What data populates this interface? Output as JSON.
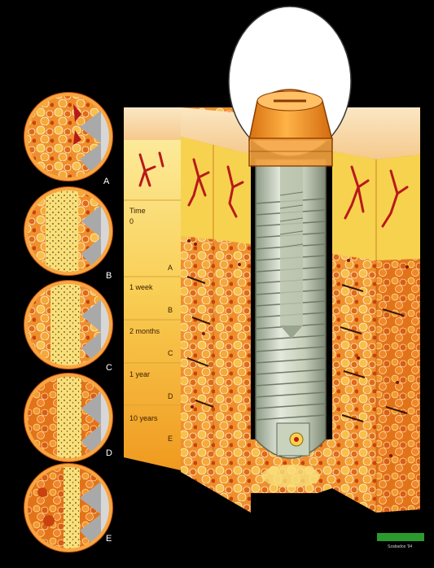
{
  "stages": [
    {
      "id": "A",
      "time_label": "Time\n0",
      "key": "A"
    },
    {
      "id": "B",
      "time_label": "1 week",
      "key": "B"
    },
    {
      "id": "C",
      "time_label": "2 months",
      "key": "C"
    },
    {
      "id": "D",
      "time_label": "1 year",
      "key": "D"
    },
    {
      "id": "E",
      "time_label": "10 years",
      "key": "E"
    }
  ],
  "circle_labels": [
    "A",
    "B",
    "C",
    "D",
    "E"
  ],
  "credit": "Szabados '94",
  "colors": {
    "background": "#000000",
    "bone_orange": "#e97f1c",
    "bone_yellow": "#f7d24e",
    "gum": "#f9d9a6",
    "blood": "#b8191a",
    "implant": "#c9d2bd",
    "crown": "#f28d1d",
    "timeline_light": "#fbe89a",
    "timeline_dark": "#f1a325",
    "logo_green": "#2a9a2e"
  },
  "icons": [
    "abutment-screw-icon",
    "implant-screw-icon",
    "bone-trabeculae-icon",
    "blood-vessel-icon"
  ]
}
